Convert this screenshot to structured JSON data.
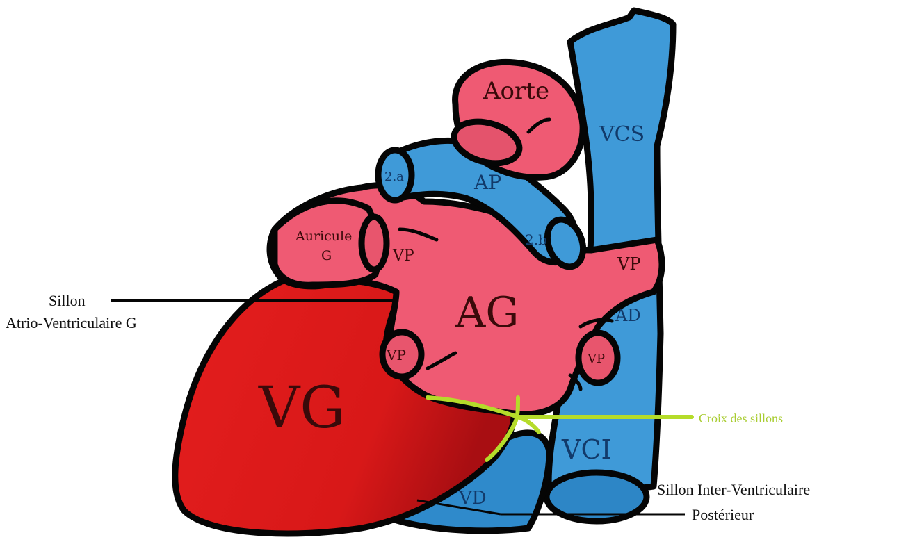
{
  "labels": {
    "aorte": "Aorte",
    "vcs": "VCS",
    "ap": "AP",
    "ap_2a": "2.a",
    "ap_2b": "2.b",
    "auricule_line1": "Auricule",
    "auricule_line2": "G",
    "vp_left_top": "VP",
    "vp_right_top": "VP",
    "ag": "AG",
    "ad": "AD",
    "vp_left_bottom": "VP",
    "vp_right_bottom": "VP",
    "vg": "VG",
    "vci": "VCI",
    "vd": "VD"
  },
  "annotations": {
    "sillon_av_line1": "Sillon",
    "sillon_av_line2": "Atrio-Ventriculaire G",
    "croix": "Croix des sillons",
    "sillon_iv_line1": "Sillon Inter-Ventriculaire",
    "sillon_iv_line2": "Postérieur"
  },
  "colors": {
    "arterial_pink": "#ef5a73",
    "ventricle_red": "#e01b1b",
    "ventricle_dark": "#b01010",
    "venous_blue": "#3f9ad8",
    "venous_dark": "#2d7fbd",
    "sulcus_green": "#b5dc2a",
    "outline": "#050505"
  }
}
